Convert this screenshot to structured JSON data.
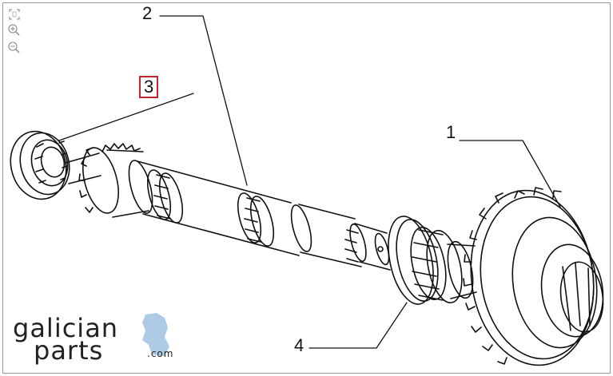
{
  "toolbar": {
    "fit_icon": "fit-screen-icon",
    "zoom_in_icon": "zoom-in-icon",
    "zoom_out_icon": "zoom-out-icon"
  },
  "callouts": {
    "c1": "1",
    "c2": "2",
    "c3": "3",
    "c4": "4"
  },
  "logo": {
    "line1": "galician",
    "line2": "parts",
    "line3": ".com",
    "map_color": "#aecbe6"
  },
  "colors": {
    "selected_callout_border": "#c0282d",
    "line_art": "#111111"
  }
}
